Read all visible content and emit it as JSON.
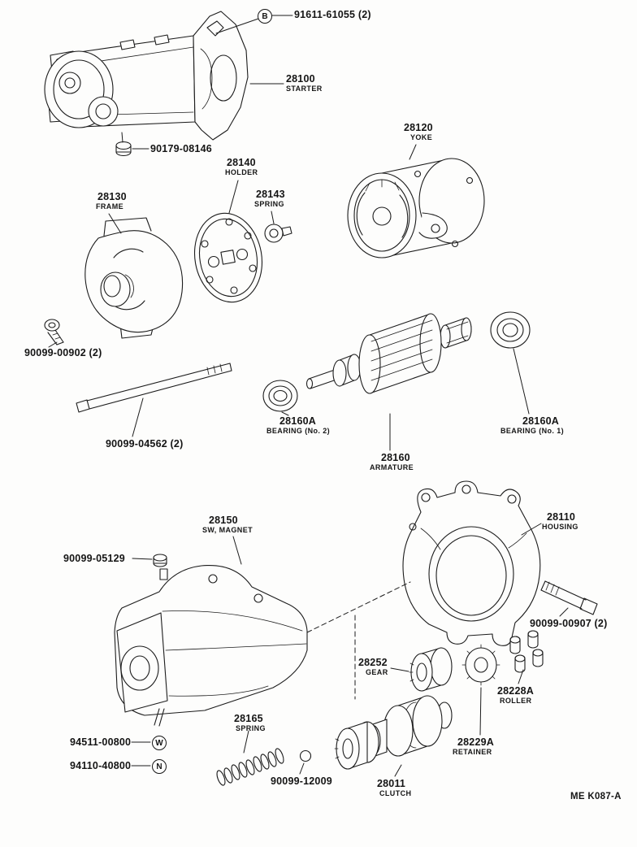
{
  "page": {
    "doc_code": "ME K087-A",
    "background": "#fdfdfc",
    "ink": "#1c1c1c"
  },
  "callouts": {
    "b": "B",
    "w": "W",
    "n": "N"
  },
  "labels": {
    "bolt_91611": {
      "part_no": "91611-61055 (2)"
    },
    "starter": {
      "part_no": "28100",
      "desc": "STARTER"
    },
    "nut_90179": {
      "part_no": "90179-08146"
    },
    "yoke": {
      "part_no": "28120",
      "desc": "YOKE"
    },
    "holder": {
      "part_no": "28140",
      "desc": "HOLDER"
    },
    "spring_28143": {
      "part_no": "28143",
      "desc": "SPRING"
    },
    "frame": {
      "part_no": "28130",
      "desc": "FRAME"
    },
    "screw_00902": {
      "part_no": "90099-00902 (2)"
    },
    "bolt_04562": {
      "part_no": "90099-04562 (2)"
    },
    "bearing_no2": {
      "part_no": "28160A",
      "desc": "BEARING (No. 2)"
    },
    "bearing_no1": {
      "part_no": "28160A",
      "desc": "BEARING (No. 1)"
    },
    "armature": {
      "part_no": "28160",
      "desc": "ARMATURE"
    },
    "sw_magnet": {
      "part_no": "28150",
      "desc": "SW, MAGNET"
    },
    "nut_05129": {
      "part_no": "90099-05129"
    },
    "housing": {
      "part_no": "28110",
      "desc": "HOUSING"
    },
    "bolt_00907": {
      "part_no": "90099-00907 (2)"
    },
    "gear": {
      "part_no": "28252",
      "desc": "GEAR"
    },
    "roller": {
      "part_no": "28228A",
      "desc": "ROLLER"
    },
    "retainer": {
      "part_no": "28229A",
      "desc": "RETAINER"
    },
    "spring_28165": {
      "part_no": "28165",
      "desc": "SPRING"
    },
    "washer_94511": {
      "part_no": "94511-00800"
    },
    "nut_94110": {
      "part_no": "94110-40800"
    },
    "ball_12009": {
      "part_no": "90099-12009"
    },
    "clutch": {
      "part_no": "28011",
      "desc": "CLUTCH"
    }
  }
}
